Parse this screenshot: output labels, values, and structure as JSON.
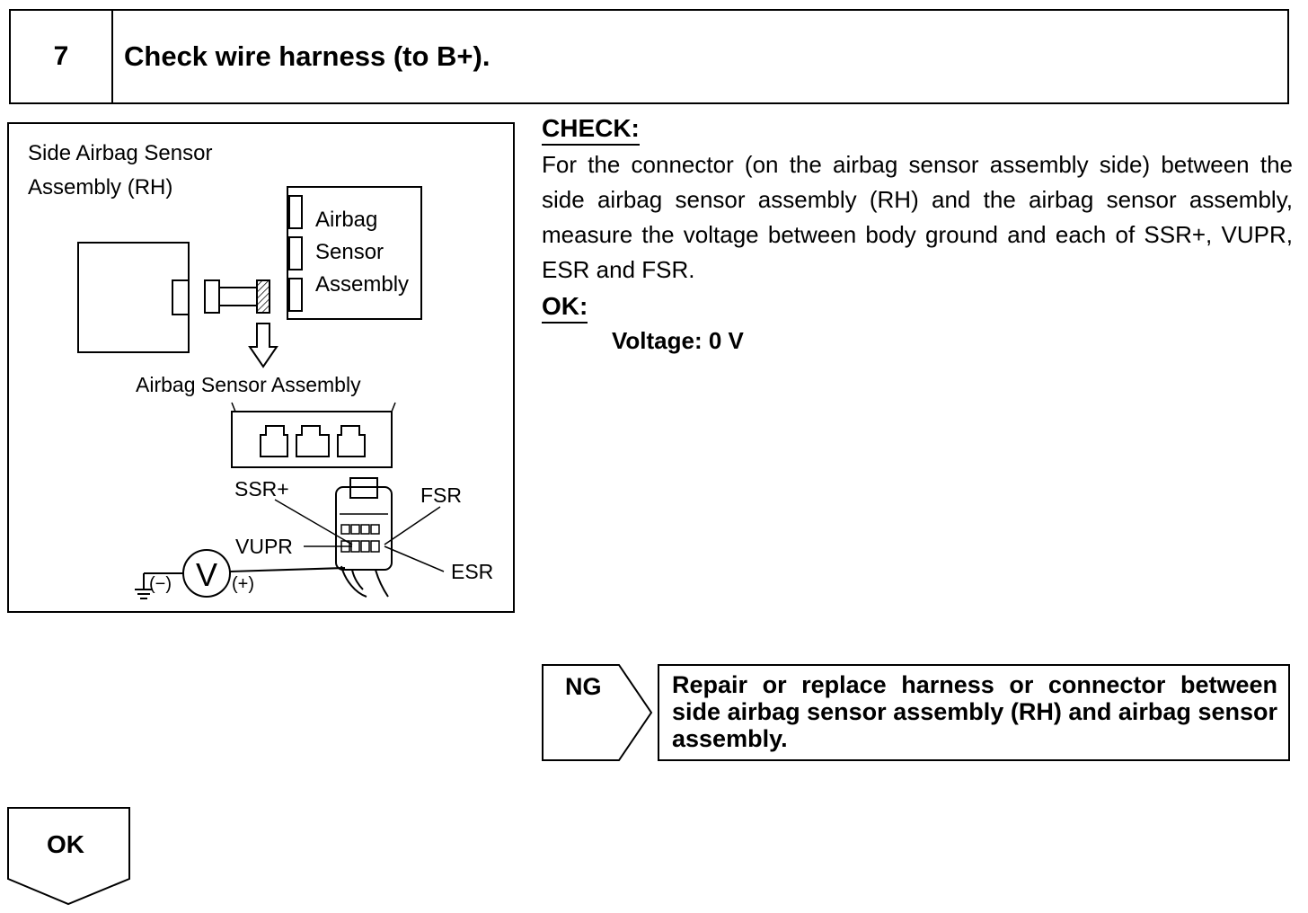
{
  "step": {
    "number": "7",
    "title": "Check wire harness (to B+)."
  },
  "diagram": {
    "component_label_line1": "Side Airbag Sensor",
    "component_label_line2": "Assembly (RH)",
    "inset_label_line1": "Airbag",
    "inset_label_line2": "Sensor",
    "inset_label_line3": "Assembly",
    "connector_caption": "Airbag Sensor Assembly",
    "terminals": [
      "SSR+",
      "FSR",
      "VUPR",
      "ESR"
    ],
    "meter_symbol": "V",
    "neg_label": "(−)",
    "pos_label": "(+)"
  },
  "check": {
    "heading": "CHECK:",
    "body": "For the connector (on the airbag sensor assembly side) between the side airbag sensor assembly (RH) and the airbag sensor assembly, measure the voltage between body ground and each of SSR+, VUPR, ESR and FSR.",
    "ok_heading": "OK:",
    "ok_value": "Voltage: 0 V"
  },
  "ng": {
    "label": "NG",
    "action": "Repair or replace harness or connector between side airbag sensor assembly (RH) and airbag sensor assembly."
  },
  "ok": {
    "label": "OK"
  }
}
